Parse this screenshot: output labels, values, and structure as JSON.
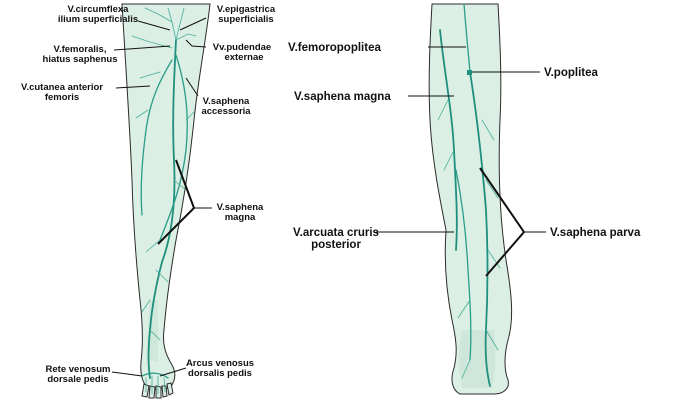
{
  "labels": {
    "circumflexa": [
      "V.circumflexa",
      "ilium superficialis"
    ],
    "epigastrica": [
      "V.epigastrica",
      "superficialis"
    ],
    "femoralis": [
      "V.femoralis,",
      "hiatus saphenus"
    ],
    "pudendae": [
      "Vv.pudendae",
      "externae"
    ],
    "cutanea": [
      "V.cutanea anterior",
      "femoris"
    ],
    "saphena_accessoria": [
      "V.saphena",
      "accessoria"
    ],
    "saphena_magna_ant": [
      "V.saphena",
      "magna"
    ],
    "rete": [
      "Rete venosum",
      "dorsale pedis"
    ],
    "arcus": [
      "Arcus venosus",
      "dorsalis pedis"
    ],
    "femoropoplitea": "V.femoropoplitea",
    "poplitea": "V.poplitea",
    "saphena_magna_post": "V.saphena magna",
    "arcuata": [
      "V.arcuata cruris",
      "posterior"
    ],
    "saphena_parva": "V.saphena parva"
  },
  "colors": {
    "leg_fill": "#dcefe4",
    "vein": "#2a9c8a",
    "outline": "#2b2b2b"
  }
}
